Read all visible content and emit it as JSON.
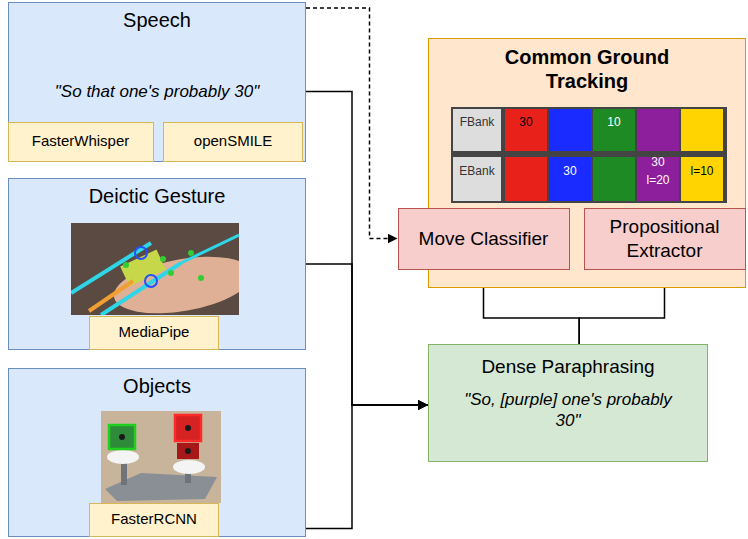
{
  "diagram": {
    "nodes": [
      {
        "text": [
          "Speech",
          "\"So that one's probably 30\""
        ]
      },
      {
        "text": [
          "FasterWhisper"
        ],
        "in": 0
      },
      {
        "text": [
          "openSMILE"
        ],
        "in": 0
      },
      {
        "text": [
          "Deictic Gesture"
        ]
      },
      {
        "text": [
          "MediaPipe"
        ],
        "in": 3
      },
      {
        "text": [
          "Objects"
        ]
      },
      {
        "text": [
          "FasterRCNN"
        ],
        "in": 5
      },
      {
        "text": [
          "Common Ground Tracking"
        ]
      },
      {
        "text": [
          "Move Classifier"
        ],
        "in": 7
      },
      {
        "text": [
          "Propositional Extractor"
        ],
        "in": 7
      },
      {
        "text": [
          "Dense Paraphrasing",
          "\"So, [purple] one's probably 30\""
        ]
      }
    ],
    "edges": [
      {
        "from": 0,
        "to": 8,
        "arrow": "to"
      },
      {
        "from": 0,
        "to": 10,
        "arrow": "to"
      },
      {
        "from": 3,
        "to": 10,
        "arrow": "to"
      },
      {
        "from": 5,
        "to": 10,
        "arrow": "to"
      },
      {
        "from": 10,
        "to": 8,
        "arrow": "to"
      },
      {
        "from": 10,
        "to": 9,
        "arrow": "to"
      }
    ],
    "labels": [
      "FBank",
      "30",
      "10",
      "EBank",
      "30",
      "30",
      "l=20",
      "l=10"
    ]
  }
}
